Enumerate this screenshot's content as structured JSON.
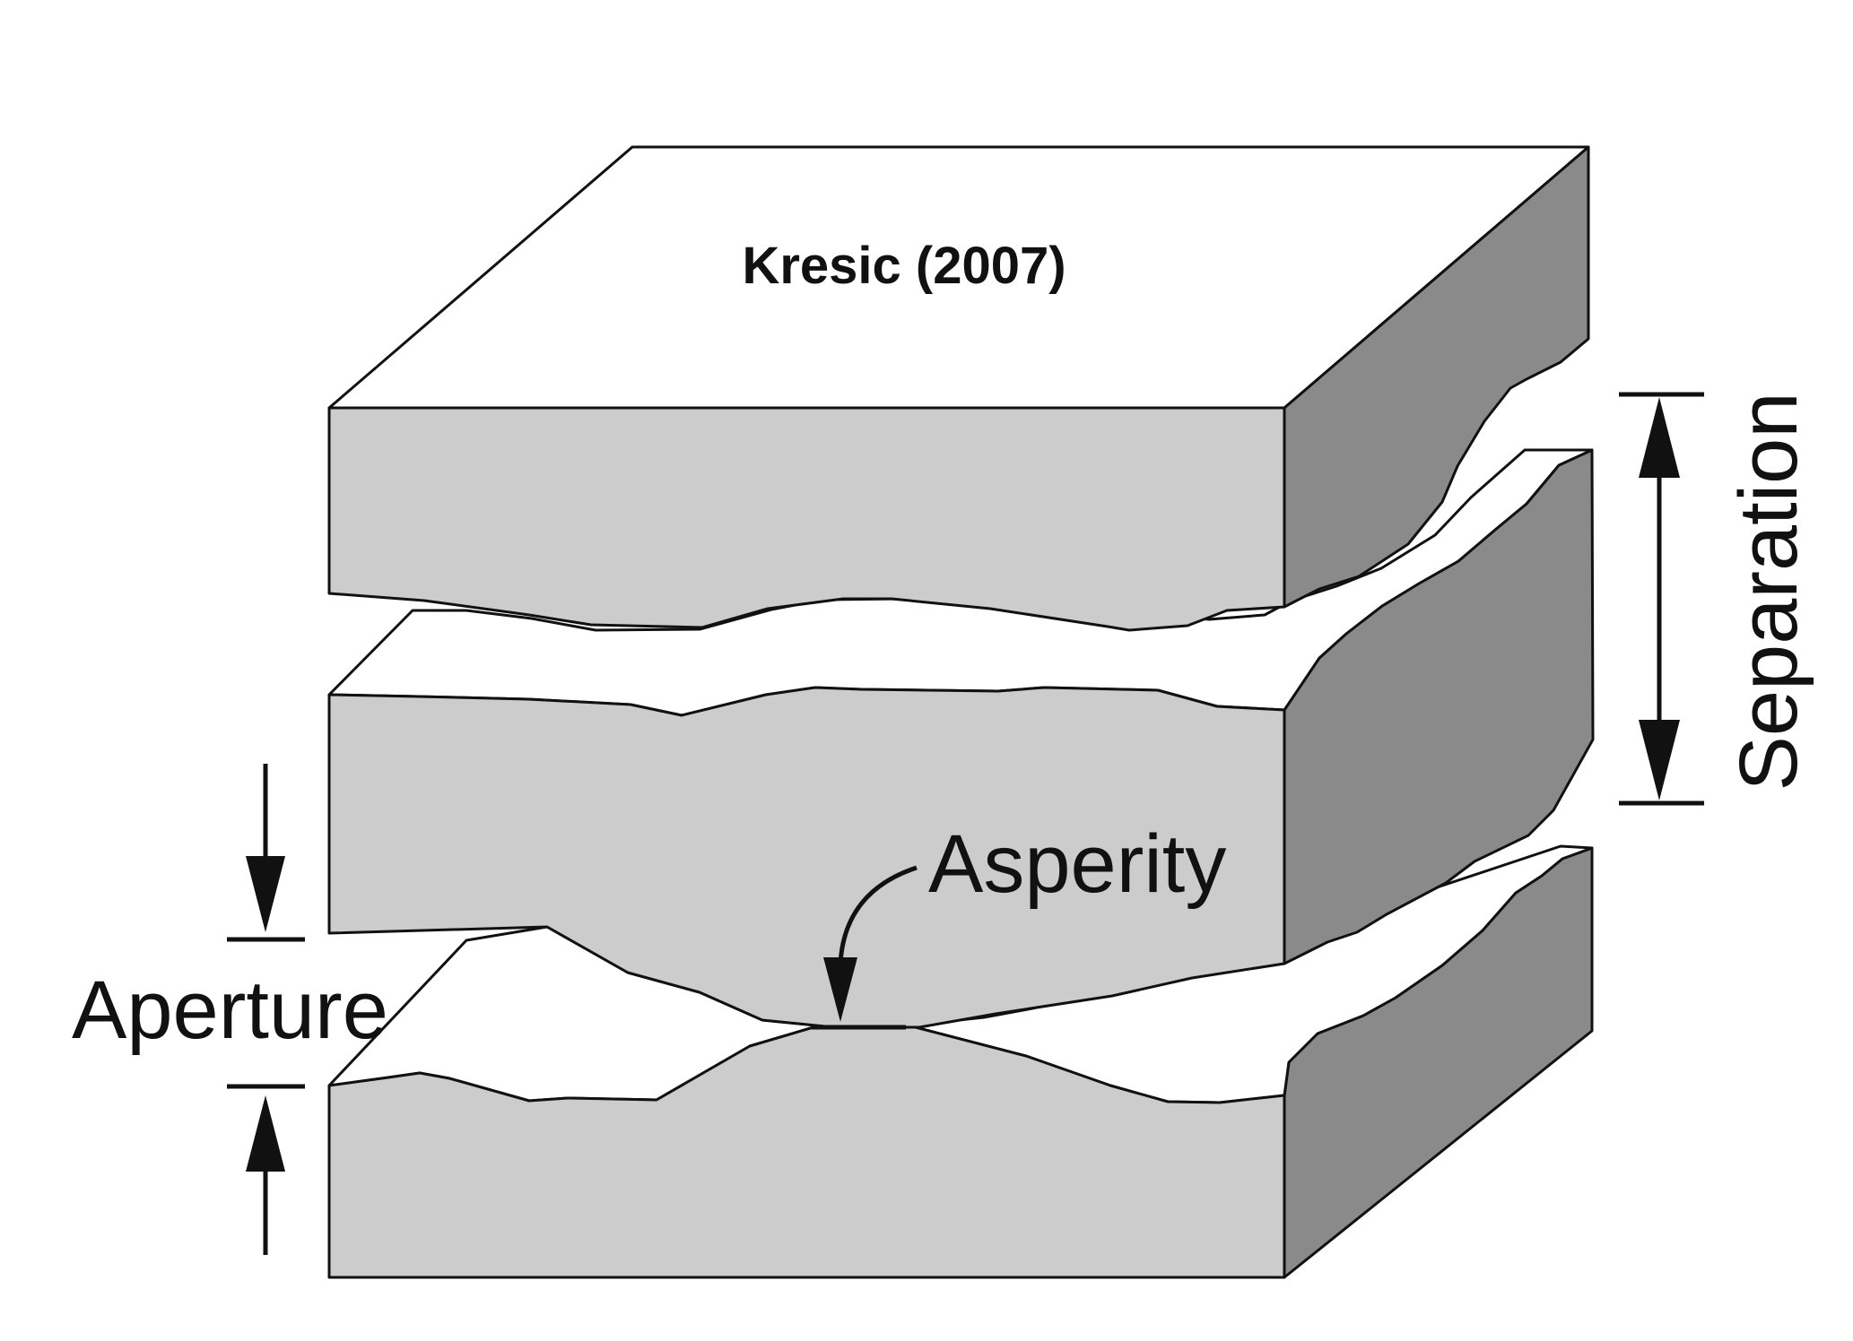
{
  "diagram": {
    "citation": "Kresic (2007)",
    "labels": {
      "separation": "Separation",
      "asperity": "Asperity",
      "aperture": "Aperture"
    },
    "colors": {
      "top_face": "#ffffff",
      "front_face": "#cccccc",
      "side_face": "#8a8a8a",
      "outline": "#111111"
    }
  }
}
